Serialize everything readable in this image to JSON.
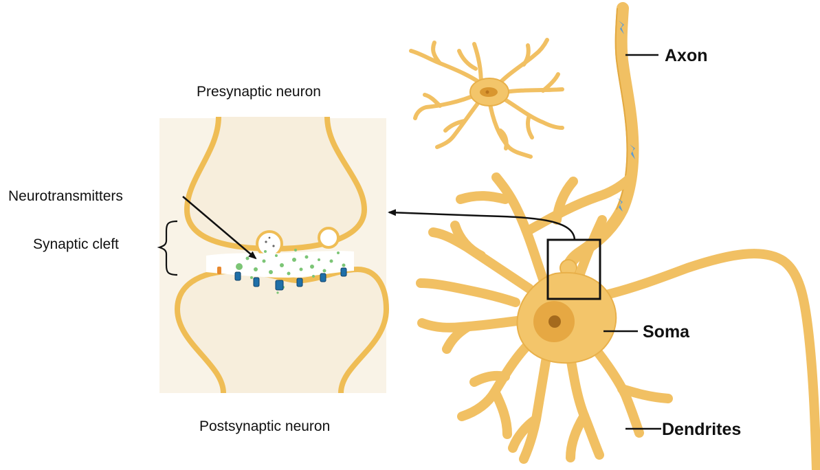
{
  "labels": {
    "presynaptic": "Presynaptic neuron",
    "postsynaptic": "Postsynaptic neuron",
    "neurotransmitters": "Neurotransmitters",
    "synaptic_cleft": "Synaptic cleft",
    "axon": "Axon",
    "soma": "Soma",
    "dendrites": "Dendrites"
  },
  "colors": {
    "neuron_fill": "#f3c56a",
    "neuron_outline": "#e8b04a",
    "nucleus": "#d9962f",
    "synapse_cytoplasm": "#f7eedc",
    "membrane": "#efbd55",
    "neurotransmitter": "#7cc576",
    "receptor": "#1f6fa8",
    "leader_line": "#111111"
  },
  "icons": {
    "neuron": "neuron-icon",
    "small_neuron": "small-neuron-icon",
    "synapse": "synapse-icon",
    "vesicle": "vesicle-icon",
    "receptor": "receptor-channel-icon",
    "zoom_box": "magnify-box-icon",
    "arrow": "arrow-icon"
  }
}
